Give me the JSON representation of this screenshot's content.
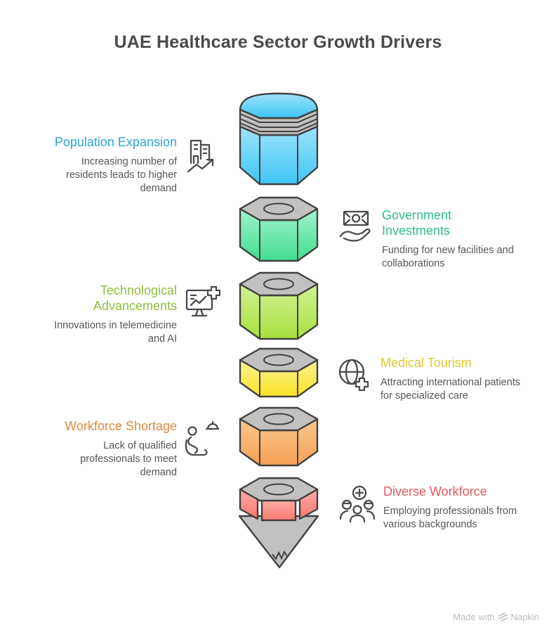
{
  "title": "UAE Healthcare Sector Growth Drivers",
  "pencil": {
    "gray": "#c3c1bf",
    "outline": "#414141",
    "segments": [
      {
        "name": "population-expansion",
        "color": "#3ec6f5",
        "light": "#9fe2fb"
      },
      {
        "name": "government-investments",
        "color": "#41dd92",
        "light": "#a4f2cd"
      },
      {
        "name": "technological-advancements",
        "color": "#a8e03e",
        "light": "#d3f096"
      },
      {
        "name": "medical-tourism",
        "color": "#fbe226",
        "light": "#fdf292"
      },
      {
        "name": "workforce-shortage",
        "color": "#f5a155",
        "light": "#fac690"
      },
      {
        "name": "diverse-workforce",
        "color": "#f9776d",
        "light": "#fcaea8"
      }
    ]
  },
  "items": [
    {
      "label": "Population Expansion",
      "color": "#2ba7da",
      "side": "left",
      "icon": "buildings-growth-icon",
      "description": "Increasing number of residents leads to higher demand"
    },
    {
      "label": "Government Investments",
      "color": "#2fbe8b",
      "side": "right",
      "icon": "money-hand-icon",
      "description": "Funding for new facilities and collaborations"
    },
    {
      "label": "Technological Advancements",
      "color": "#8fbe3d",
      "side": "left",
      "icon": "monitor-medical-icon",
      "description": "Innovations in telemedicine and AI"
    },
    {
      "label": "Medical Tourism",
      "color": "#e2c72e",
      "side": "right",
      "icon": "globe-medical-icon",
      "description": "Attracting international patients for specialized care"
    },
    {
      "label": "Workforce Shortage",
      "color": "#de8a3e",
      "side": "left",
      "icon": "seated-person-icon",
      "description": "Lack of qualified professionals to meet demand"
    },
    {
      "label": "Diverse Workforce",
      "color": "#e25a5c",
      "side": "right",
      "icon": "people-plus-icon",
      "description": "Employing professionals from various backgrounds"
    }
  ],
  "watermark": {
    "prefix": "Made with",
    "brand": "Napkin"
  }
}
